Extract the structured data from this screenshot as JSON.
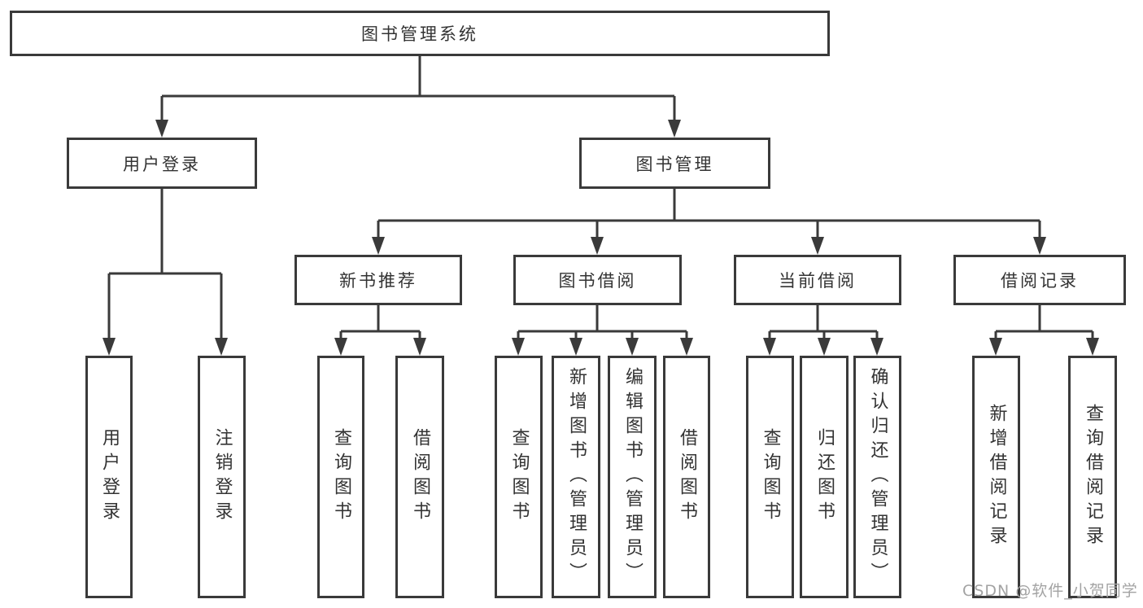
{
  "diagram": {
    "root": {
      "label": "图书管理系统",
      "children": [
        {
          "label": "用户登录",
          "children": [
            {
              "label": "用户登录"
            },
            {
              "label": "注销登录"
            }
          ]
        },
        {
          "label": "图书管理",
          "children": [
            {
              "label": "新书推荐",
              "children": [
                {
                  "label": "查询图书"
                },
                {
                  "label": "借阅图书"
                }
              ]
            },
            {
              "label": "图书借阅",
              "children": [
                {
                  "label": "查询图书"
                },
                {
                  "label": "新增图书（管理员）"
                },
                {
                  "label": "编辑图书（管理员）"
                },
                {
                  "label": "借阅图书"
                }
              ]
            },
            {
              "label": "当前借阅",
              "children": [
                {
                  "label": "查询图书"
                },
                {
                  "label": "归还图书"
                },
                {
                  "label": "确认归还（管理员）"
                }
              ]
            },
            {
              "label": "借阅记录",
              "children": [
                {
                  "label": "新增借阅记录"
                },
                {
                  "label": "查询借阅记录"
                }
              ]
            }
          ]
        }
      ]
    }
  },
  "watermark": {
    "text": "CSDN @软件_小贺同学",
    "color": "#a3a3a3"
  },
  "colors": {
    "line": "#3a3a3a",
    "box_border": "#3a3a3a",
    "text": "#333333",
    "background": "#ffffff"
  }
}
